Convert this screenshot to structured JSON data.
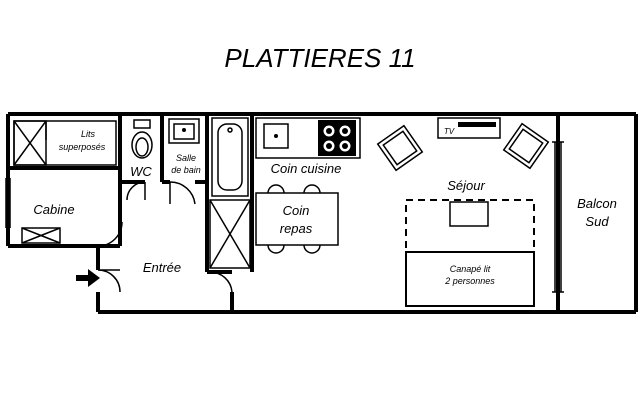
{
  "title": "PLATTIERES 11",
  "rooms": {
    "lits": [
      "Lits",
      "superposés"
    ],
    "wc": "WC",
    "salle": [
      "Salle",
      "de bain"
    ],
    "cabine": "Cabine",
    "entree": "Entrée",
    "coin_cuisine": "Coin cuisine",
    "coin_repas": [
      "Coin",
      "repas"
    ],
    "sejour": "Séjour",
    "balcon": [
      "Balcon",
      "Sud"
    ]
  },
  "furniture": {
    "tv": "TV",
    "canape": [
      "Canapé lit",
      "2 personnes"
    ]
  }
}
